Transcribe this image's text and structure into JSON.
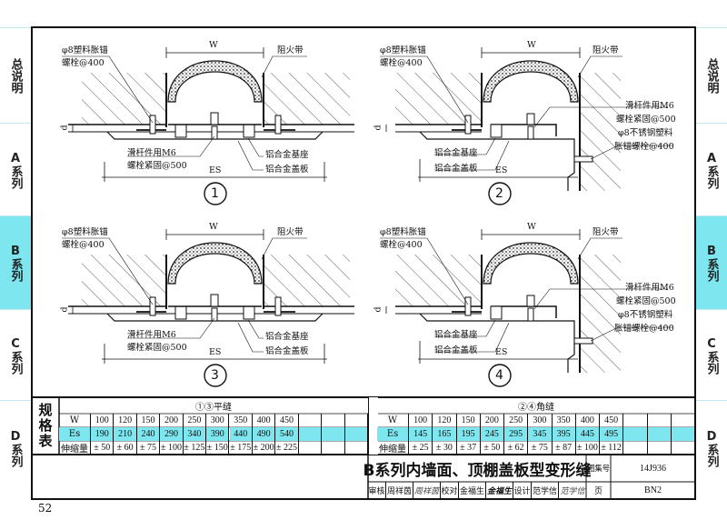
{
  "side_tabs": [
    {
      "label": "总说明"
    },
    {
      "label": "A系列"
    },
    {
      "label": "B系列",
      "active": true
    },
    {
      "label": "C系列"
    },
    {
      "label": "D系列"
    }
  ],
  "accent_color": "#7de6ee",
  "panels": [
    {
      "number": "1",
      "anchor_1": "φ8塑料胀锚",
      "anchor_2": "螺栓@400",
      "fire_strip": "阻火带",
      "slide_1": "滑杆件用M6",
      "slide_2": "螺栓紧固@500",
      "base": "铝合金基座",
      "cover": "铝合金盖板",
      "es": "ES",
      "w": "W",
      "d": "d"
    },
    {
      "number": "2",
      "anchor_1": "φ8塑料胀锚",
      "anchor_2": "螺栓@400",
      "fire_strip": "阻火带",
      "slide_1": "滑杆件用M6",
      "slide_2": "螺栓紧固@500",
      "steel_1": "φ8不锈钢塑料",
      "steel_2": "胀锚螺栓@400",
      "base": "铝合金基座",
      "cover": "铝合金盖板",
      "es": "ES",
      "w": "W",
      "d": "d"
    },
    {
      "number": "3",
      "anchor_1": "φ8塑料胀锚",
      "anchor_2": "螺栓@400",
      "fire_strip": "阻火带",
      "slide_1": "滑杆件用M6",
      "slide_2": "螺栓紧固@500",
      "base": "铝合金基座",
      "cover": "铝合金盖板",
      "es": "ES",
      "w": "W",
      "d": "d"
    },
    {
      "number": "4",
      "anchor_1": "φ8塑料胀锚",
      "anchor_2": "螺栓@400",
      "fire_strip": "阻火带",
      "slide_1": "滑杆件用M6",
      "slide_2": "螺栓紧固@500",
      "steel_1": "φ8不锈钢塑料",
      "steel_2": "胀锚螺栓@400",
      "base": "铝合金基座",
      "cover": "铝合金盖板",
      "es": "ES",
      "w": "W",
      "d": "d"
    }
  ],
  "spec_table": {
    "label": "规格表",
    "flat": {
      "title": "①③平缝",
      "row_labels": [
        "W",
        "Es",
        "伸缩量"
      ],
      "W": [
        "100",
        "120",
        "150",
        "200",
        "250",
        "300",
        "350",
        "400",
        "450"
      ],
      "Es": [
        "190",
        "210",
        "240",
        "290",
        "340",
        "390",
        "440",
        "490",
        "540"
      ],
      "movement": [
        "± 50",
        "± 60",
        "± 75",
        "± 100",
        "± 125",
        "± 150",
        "± 175",
        "± 200",
        "± 225"
      ]
    },
    "corner": {
      "title": "②④角缝",
      "row_labels": [
        "W",
        "Es",
        "伸缩量"
      ],
      "W": [
        "100",
        "120",
        "150",
        "200",
        "250",
        "300",
        "350",
        "400",
        "450"
      ],
      "Es": [
        "145",
        "165",
        "195",
        "245",
        "295",
        "345",
        "395",
        "445",
        "495"
      ],
      "movement": [
        "± 25",
        "± 30",
        "± 37",
        "± 50",
        "± 62",
        "± 75",
        "± 87",
        "± 100",
        "± 112"
      ]
    }
  },
  "title_block": {
    "title": "B系列内墙面、顶棚盖板型变形缝",
    "atlas_label": "图集号",
    "atlas_no": "14J936",
    "review_label": "审核",
    "reviewer": "周祥茵",
    "reviewer_sign": "周祥茵",
    "check_label": "校对",
    "checker": "金福生",
    "checker_sign": "金福生",
    "design_label": "设计",
    "designer": "范学信",
    "designer_sign": "范学信",
    "page_label": "页",
    "page_code": "BN2"
  },
  "page_number": "52"
}
